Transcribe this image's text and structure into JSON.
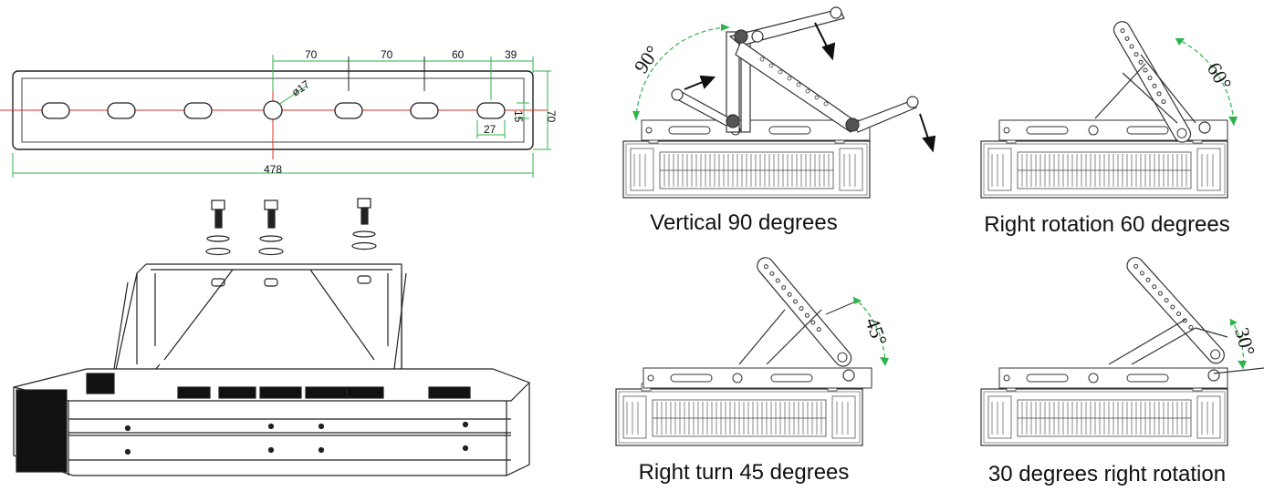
{
  "top_drawing": {
    "dims": {
      "d1": "70",
      "d2": "70",
      "d3": "60",
      "d4": "39",
      "height": "70",
      "slot_h": "15",
      "slot_w": "27",
      "total": "478",
      "hole": "ø17"
    }
  },
  "panels": [
    {
      "caption": "Vertical 90 degrees",
      "angle": "90°"
    },
    {
      "caption": "Right rotation 60 degrees",
      "angle": "60°"
    },
    {
      "caption": "Right turn 45 degrees",
      "angle": "45°"
    },
    {
      "caption": "30 degrees right rotation",
      "angle": "30°"
    }
  ],
  "colors": {
    "line": "#222222",
    "dim_green": "#2db34a",
    "center_red": "#e0302a",
    "heatsink": "#111111"
  }
}
